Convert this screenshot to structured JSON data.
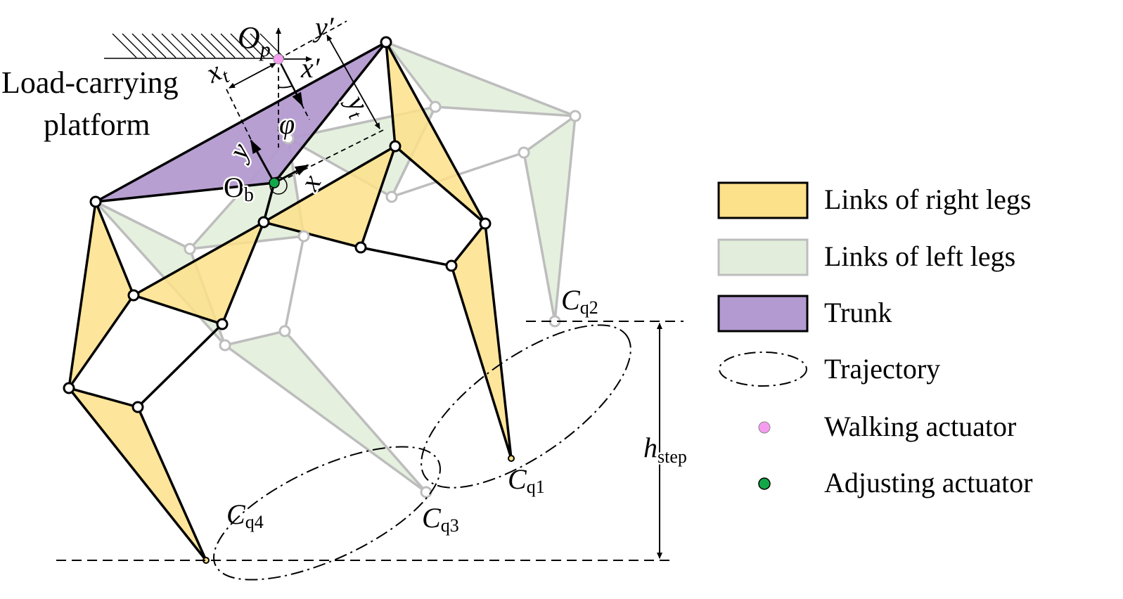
{
  "labels": {
    "platform_line1": "Load-carrying",
    "platform_line2": "platform",
    "Op": "O",
    "Op_sub": "p",
    "Ob": "O",
    "Ob_sub": "b",
    "x": "x",
    "y": "y",
    "x_prime": "x′",
    "y_prime": "y′",
    "xt": "x",
    "xt_sub": "t",
    "yt": "y",
    "yt_sub": "t",
    "phi": "φ",
    "C": "C",
    "cq1_sub": "q1",
    "cq2_sub": "q2",
    "cq3_sub": "q3",
    "cq4_sub": "q4",
    "h": "h",
    "h_sub": "step"
  },
  "legend": {
    "right_legs": "Links of right legs",
    "left_legs": "Links of left legs",
    "trunk": "Trunk",
    "trajectory": "Trajectory",
    "walking": "Walking actuator",
    "adjusting": "Adjusting actuator"
  },
  "colors": {
    "right_legs": "#fde08a",
    "left_legs": "#e2eedb",
    "trunk": "#b39ad0",
    "walking_actuator": "#f59cf0",
    "adjusting_actuator": "#12a84a"
  }
}
